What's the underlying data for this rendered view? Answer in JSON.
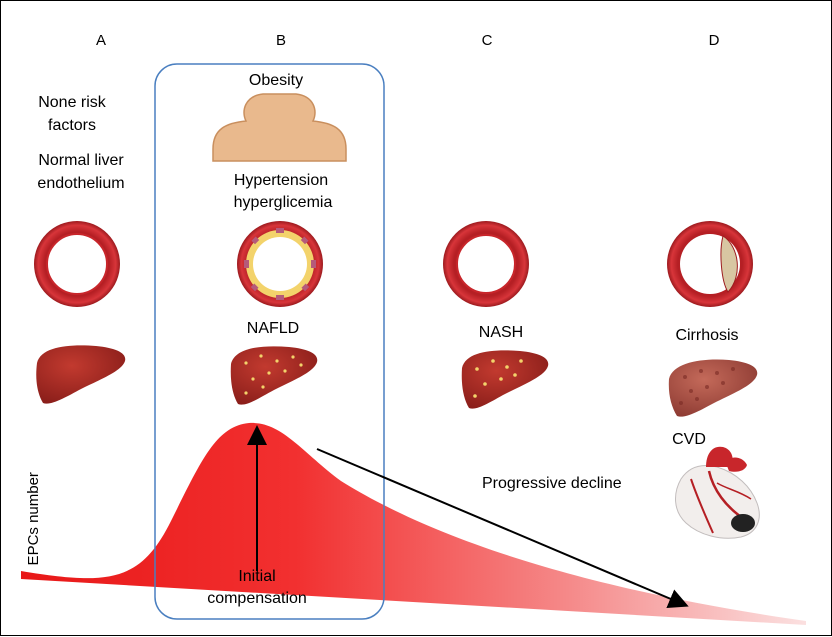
{
  "columns": [
    "A",
    "B",
    "C",
    "D"
  ],
  "stage_a": {
    "line1": "None risk",
    "line2": "factors",
    "line3": "Normal liver",
    "line4": "endothelium"
  },
  "stage_b": {
    "obesity": "Obesity",
    "hypertension": "Hypertension",
    "hyperglicemia": "hyperglicemia",
    "nafld": "NAFLD"
  },
  "stage_c": {
    "nash": "NASH"
  },
  "stage_d": {
    "cirrhosis": "Cirrhosis",
    "cvd": "CVD"
  },
  "curve": {
    "y_label": "EPCs number",
    "decline_label": "Progressive decline",
    "compensation_line1": "Initial",
    "compensation_line2": "compensation"
  },
  "colors": {
    "vessel_red": "#c8262b",
    "plaque_yellow": "#f3d36b",
    "curve_red": "#f0201f",
    "box_border": "#4a7fc0",
    "liver": "#a82a24",
    "skin": "#e9b98d"
  }
}
